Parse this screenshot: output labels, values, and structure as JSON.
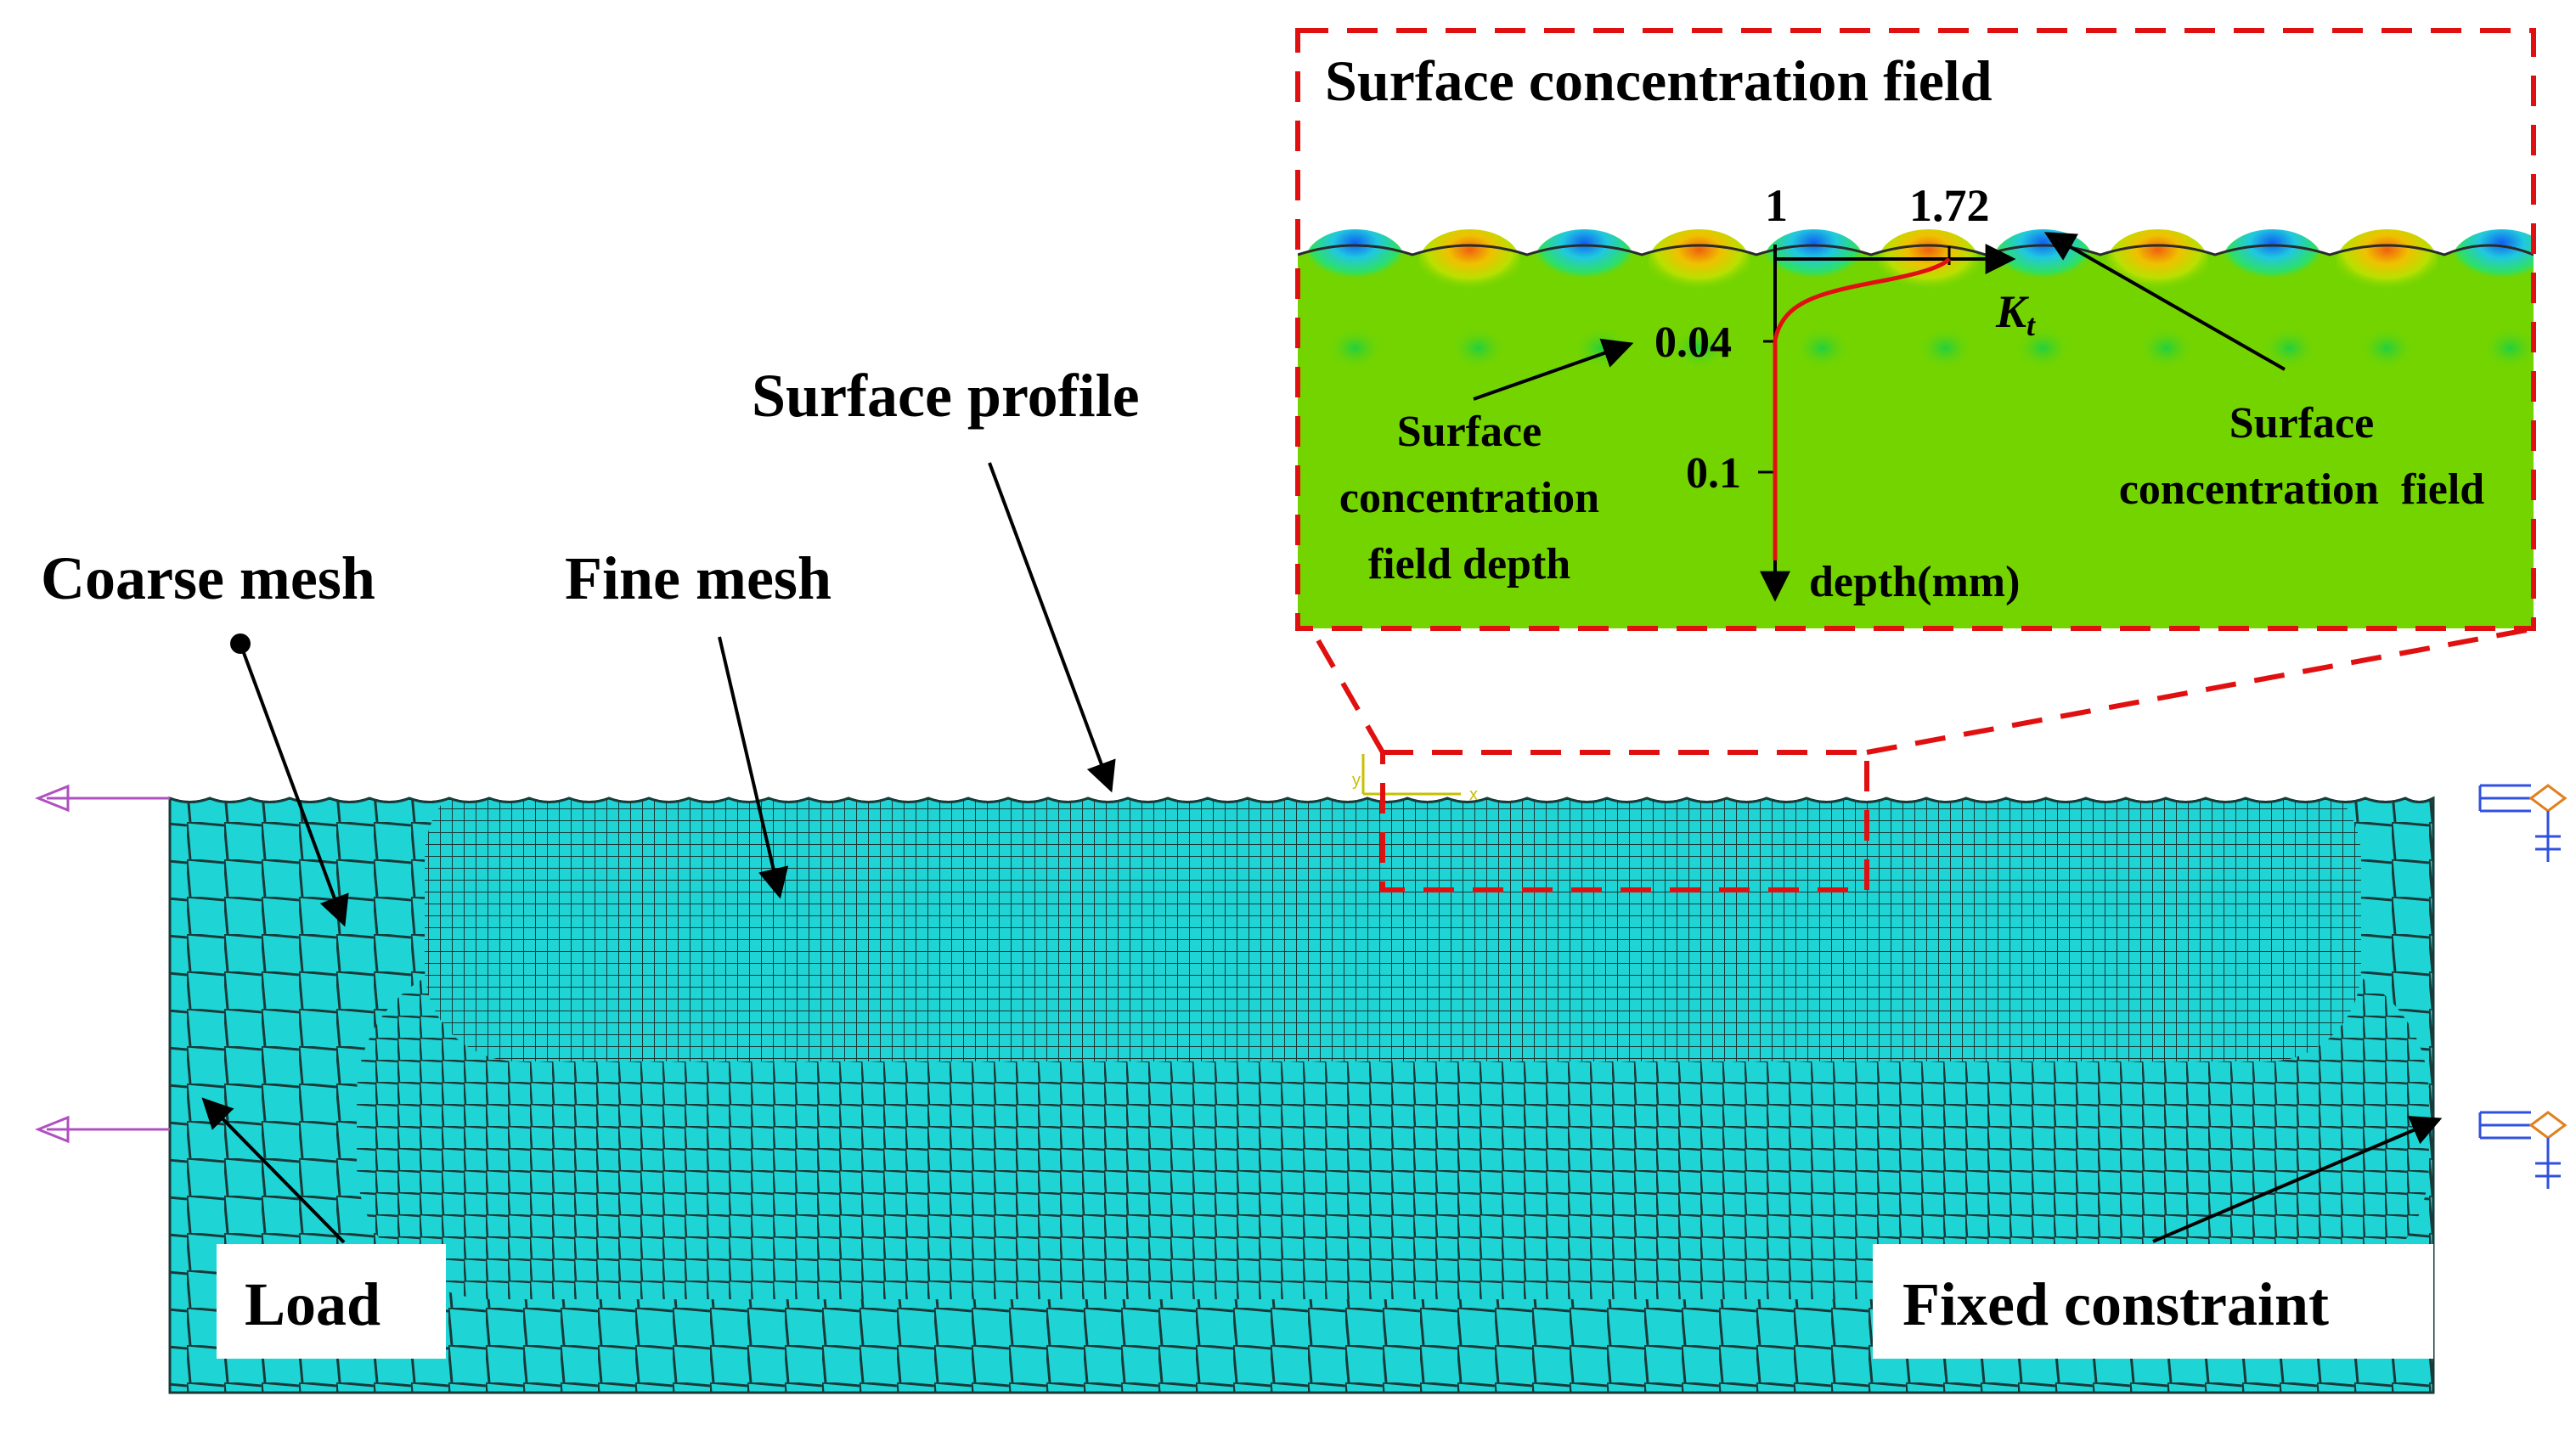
{
  "labels": {
    "inset_title": "Surface concentration field",
    "surface_profile": "Surface profile",
    "coarse_mesh": "Coarse mesh",
    "fine_mesh": "Fine mesh",
    "load": "Load",
    "fixed_constraint": "Fixed constraint"
  },
  "inset": {
    "x_tick_1": "1",
    "x_tick_2": "1.72",
    "kt_base": "K",
    "kt_sub": "t",
    "depth_tick_1": "0.04",
    "depth_tick_2": "0.1",
    "depth_axis": "depth(mm)",
    "left_annotation": [
      "Surface",
      "concentration",
      "field depth"
    ],
    "right_annotation": [
      "Surface",
      "concentration  field"
    ]
  },
  "axis_triad": {
    "y": "y",
    "x": "x"
  },
  "colors": {
    "mesh_fill": "#1fd4d4",
    "mesh_line": "#1a3a3a",
    "field_green": "#74d400",
    "dashed_red": "#e01010",
    "load_arrow": "#b050c0",
    "profile_red": "#e01010"
  }
}
